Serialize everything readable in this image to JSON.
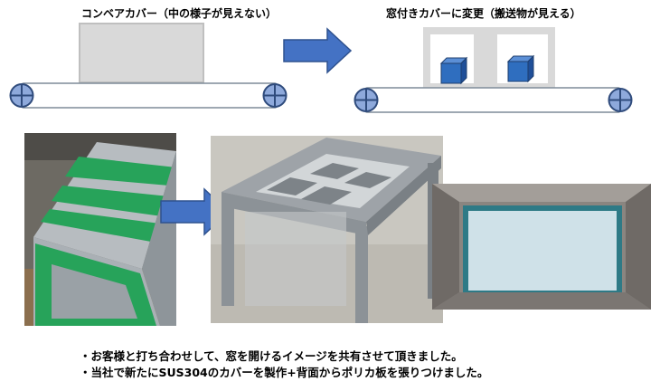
{
  "diagram": {
    "before_caption": "コンベアカバー（中の様子が見えない）",
    "after_caption": "窓付きカバーに変更（搬送物が見える）"
  },
  "photos": [
    {
      "name": "green-taped-cover-photo"
    },
    {
      "name": "stainless-frame-photo"
    },
    {
      "name": "window-panel-photo"
    }
  ],
  "notes": [
    "・お客様と打ち合わせして、窓を開けるイメージを共有させて頂きました。",
    "・当社で新たにSUS304のカバーを製作+背面からポリカ板を張りつけました。"
  ],
  "colors": {
    "arrow_blue": "#4472c4",
    "roller_blue": "#8ea9db",
    "box_blue": "#2f6ebf",
    "cover_gray": "#d9d9d9",
    "tape_green": "#27a35a"
  }
}
